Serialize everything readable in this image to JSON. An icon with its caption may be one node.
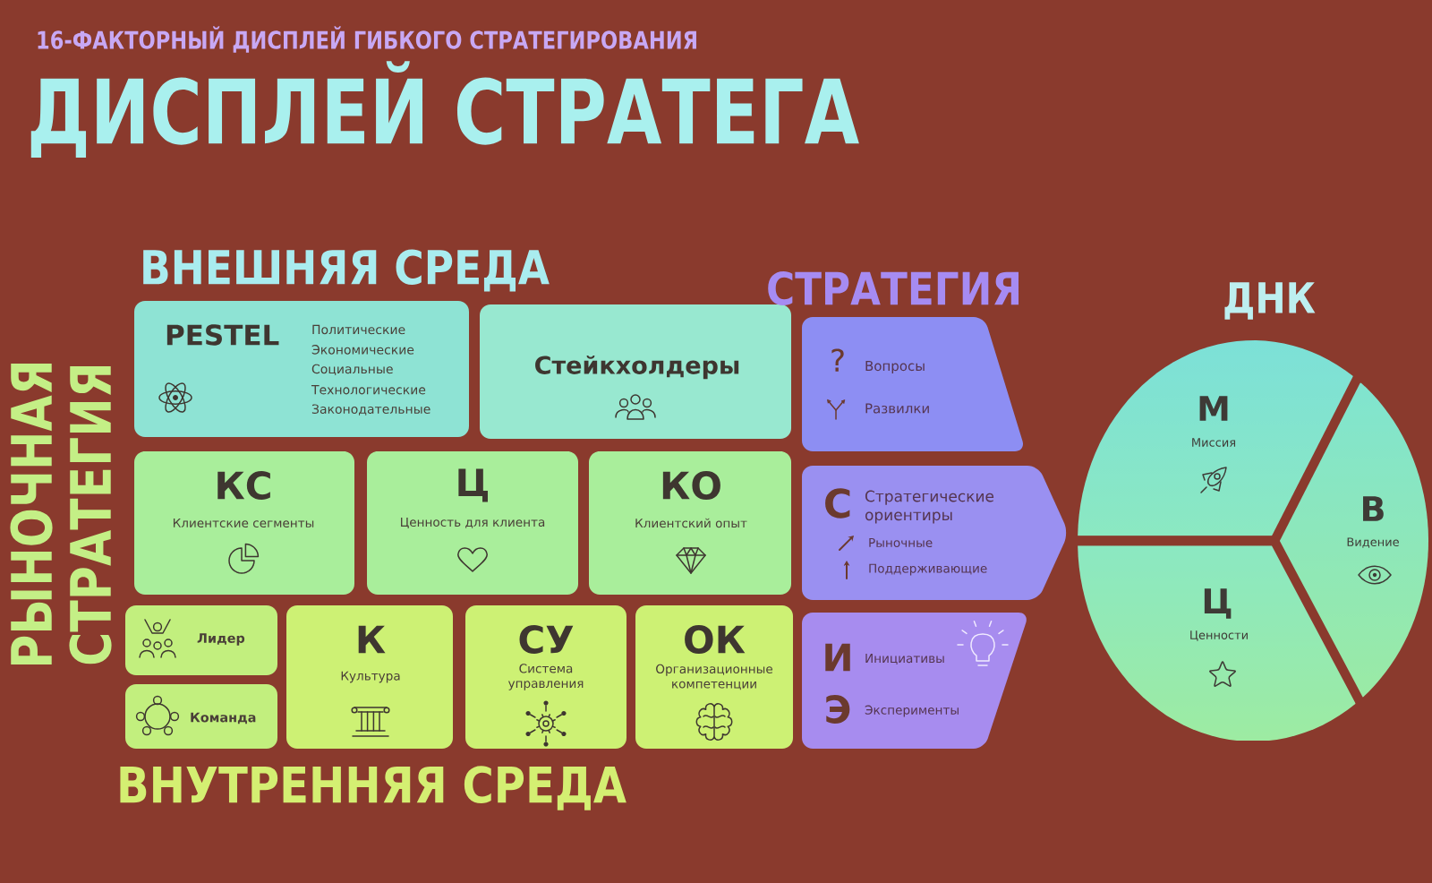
{
  "diagram": {
    "title": "ДИСПЛЕЙ СТРАТЕГА",
    "nodes": [
      {
        "text": [
          "PESTEL",
          "Политические",
          "Экономические",
          "Социальные",
          "Технологические",
          "Законодательные"
        ]
      },
      {
        "text": [
          "Стейкхолдеры"
        ]
      },
      {
        "text": [
          "КС",
          "Клиентские сегменты"
        ]
      },
      {
        "text": [
          "Ц",
          "Ценность для клиента"
        ]
      },
      {
        "text": [
          "КО",
          "Клиентский опыт"
        ]
      },
      {
        "text": [
          "Лидер"
        ]
      },
      {
        "text": [
          "Команда"
        ]
      },
      {
        "text": [
          "К",
          "Культура"
        ]
      },
      {
        "text": [
          "СУ",
          "Система управления"
        ]
      },
      {
        "text": [
          "ОК",
          "Организационные компетенции"
        ]
      },
      {
        "text": [
          "?",
          "Вопросы",
          "Развилки"
        ]
      },
      {
        "text": [
          "С",
          "Стратегические ориентиры",
          "Рыночные",
          "Поддерживающие"
        ]
      },
      {
        "text": [
          "И",
          "Инициативы",
          "Э",
          "Эксперименты"
        ]
      },
      {
        "text": [
          "М",
          "Миссия"
        ]
      },
      {
        "text": [
          "В",
          "Видение"
        ]
      },
      {
        "text": [
          "Ц",
          "Ценности"
        ]
      }
    ],
    "labels": [
      "16-ФАКТОРНЫЙ ДИСПЛЕЙ ГИБКОГО СТРАТЕГИРОВАНИЯ",
      "ВНЕШНЯЯ СРЕДА",
      "СТРАТЕГИЯ",
      "ДНК",
      "РЫНОЧНАЯ СТРАТЕГИЯ",
      "ВНУТРЕННЯЯ СРЕДА"
    ]
  }
}
